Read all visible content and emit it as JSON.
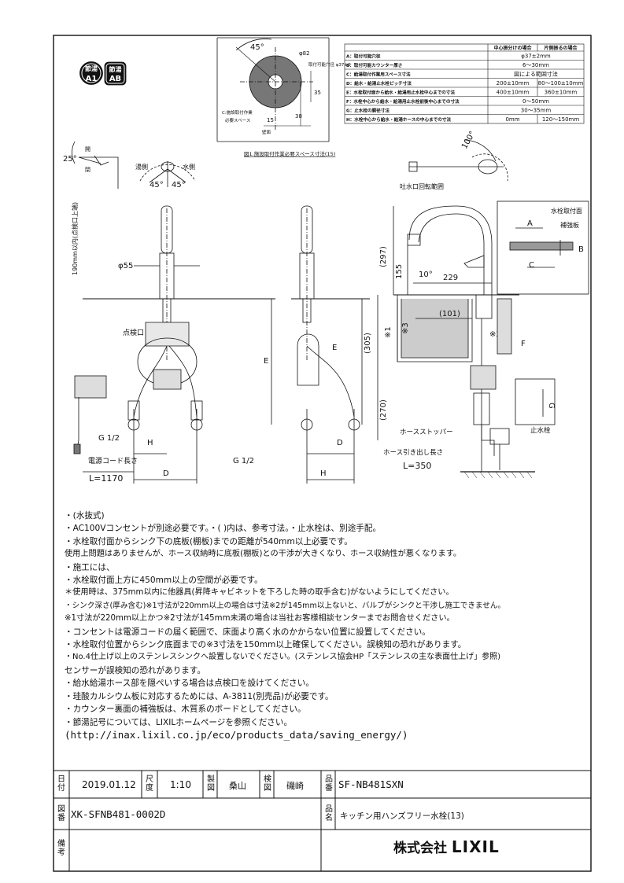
{
  "badges": {
    "left_top": "節湯",
    "left_bottom": "A1",
    "right_top": "節湯",
    "right_bottom": "AB"
  },
  "spec_table": {
    "headers": [
      "中心振分けの場合",
      "片側振るの場合"
    ],
    "rows": [
      {
        "label": "A：取付可能穴径",
        "value": "φ37±2mm",
        "merged": true
      },
      {
        "label": "B：取付可能カウンター厚さ",
        "value": "6～30mm",
        "merged": true
      },
      {
        "label": "C：給湯取付作業用スペース寸法",
        "value": "図による範囲寸法",
        "merged": true
      },
      {
        "label": "D：給水・給湯止水栓ピッチ寸法",
        "value": "200±10mm",
        "value2": "80～100±10mm"
      },
      {
        "label": "E：水栓取付面から給水・給湯用止水栓中心までの寸法",
        "value": "400±10mm",
        "value2": "360±10mm"
      },
      {
        "label": "F：水栓中心から給水・給湯用止水栓前後中心までの寸法",
        "value": "0～50mm",
        "merged": true
      },
      {
        "label": "G：止水栓の胴径寸法",
        "value": "30～35mm",
        "merged": true
      },
      {
        "label": "H：水栓中心から給水・給湯ホースの中心までの寸法",
        "value": "0mm",
        "value2": "120～150mm"
      }
    ]
  },
  "top_diagram": {
    "angle_label": "45°",
    "phi82": "φ82",
    "hole_label": "取付可能穴径\nφ37±2",
    "dim_35": "35",
    "dim_38": "38",
    "dim_15": "15",
    "space_label_1": "C:施設取付作業",
    "space_label_2": "必要スペース",
    "wall_label": "壁面",
    "caption": "図1.施設取付作業必要スペース寸法(15)"
  },
  "views": {
    "lever_angle": "25°",
    "lever_open": "開",
    "lever_closed": "閉",
    "hot_side": "湯側",
    "cold_side": "水側",
    "angle_45_left": "45°",
    "angle_45_right": "45°",
    "rotation_angle": "100°",
    "rotation_label": "吐水口回転範囲",
    "height_label": "190mm以内(点検口上端)",
    "phi55": "φ55",
    "inspection_port": "点検口",
    "dim_E": "E",
    "g12_left": "G 1/2",
    "dim_H": "H",
    "dim_D": "D",
    "g12_mid": "G 1/2",
    "power_cord_label": "電源コード長さ",
    "power_cord_length": "L=1170",
    "side_E": "E",
    "side_D": "D",
    "side_H": "H",
    "mount_surface": "水栓取付面",
    "reinforcement": "補強板",
    "dim_A": "A",
    "dim_B": "B",
    "dim_C": "C",
    "dim_297": "(297)",
    "dim_155": "155",
    "spout_angle": "10°",
    "dim_229": "229",
    "dim_101": "(101)",
    "dim_305": "(305)",
    "mark_1": "※1",
    "mark_3": "※3",
    "mark_2": "※2",
    "dim_F": "F",
    "dim_270": "(270)",
    "hose_stopper": "ホースストッパー",
    "hose_pull_label": "ホース引き出し長さ",
    "hose_length": "L=350",
    "stop_valve": "止水栓",
    "dim_G": "G"
  },
  "notes": [
    "・(水抜式)",
    "・AC100Vコンセントが別途必要です。・( )内は、参考寸法。・止水栓は、別途手配。",
    "・水栓取付面からシンク下の底板(棚板)までの距離が540mm以上必要です。",
    "  使用上問題はありませんが、ホース収納時に底板(棚板)との干渉が大きくなり、ホース収納性が悪くなります。",
    "・施工には、",
    "  ・水栓取付面上方に450mm以上の空間が必要です。",
    "    ＊使用時は、375mm以内に他器具(昇降キャビネットを下ろした時の取手含む)がないようにしてください。",
    "  ・シンク深さ(厚み含む)※1寸法が220mm以上の場合は寸法※2が145mm以上ないと、バルブがシンクと干渉し施工できません。",
    "    ※1寸法が220mm以上かつ※2寸法が145mm未満の場合は当社お客様相談センターまでお問合せください。",
    "  ・コンセントは電源コードの届く範囲で、床面より高く水のかからない位置に設置してください。",
    "  ・水栓取付位置からシンク底面までの※3寸法を150mm以上確保してください。誤検知の恐れがあります。",
    "  ・No.4仕上げ以上のステンレスシンクへ設置しないでください。(ステンレス協会HP「ステンレスの主な表面仕上げ」参照)",
    "    センサーが誤検知の恐れがあります。",
    "・給水給湯ホース部を隠ぺいする場合は点検口を設けてください。",
    "・珪酸カルシウム板に対応するためには、A-3811(別売品)が必要です。",
    "・カウンター裏面の補強板は、木質系のボードとしてください。",
    "・節湯記号については、LIXILホームページを参照ください。",
    "(http://inax.lixil.co.jp/eco/products_data/saving_energy/)"
  ],
  "title_block": {
    "date_label": "日付",
    "date": "2019.01.12",
    "scale_label": "尺度",
    "scale": "1:10",
    "drawn_label": "製図",
    "drawn_by": "桑山",
    "checked_label": "検図",
    "checked_by": "磯崎",
    "model_label": "品番",
    "model": "SF-NB481SXN",
    "drawing_no_label": "図番",
    "drawing_no": "XK-SFNB481-0002D",
    "product_name_label": "品名",
    "product_name": "キッチン用ハンズフリー水栓(13)",
    "remarks_label": "備考",
    "company": "株式会社",
    "company_brand": "LIXIL"
  }
}
